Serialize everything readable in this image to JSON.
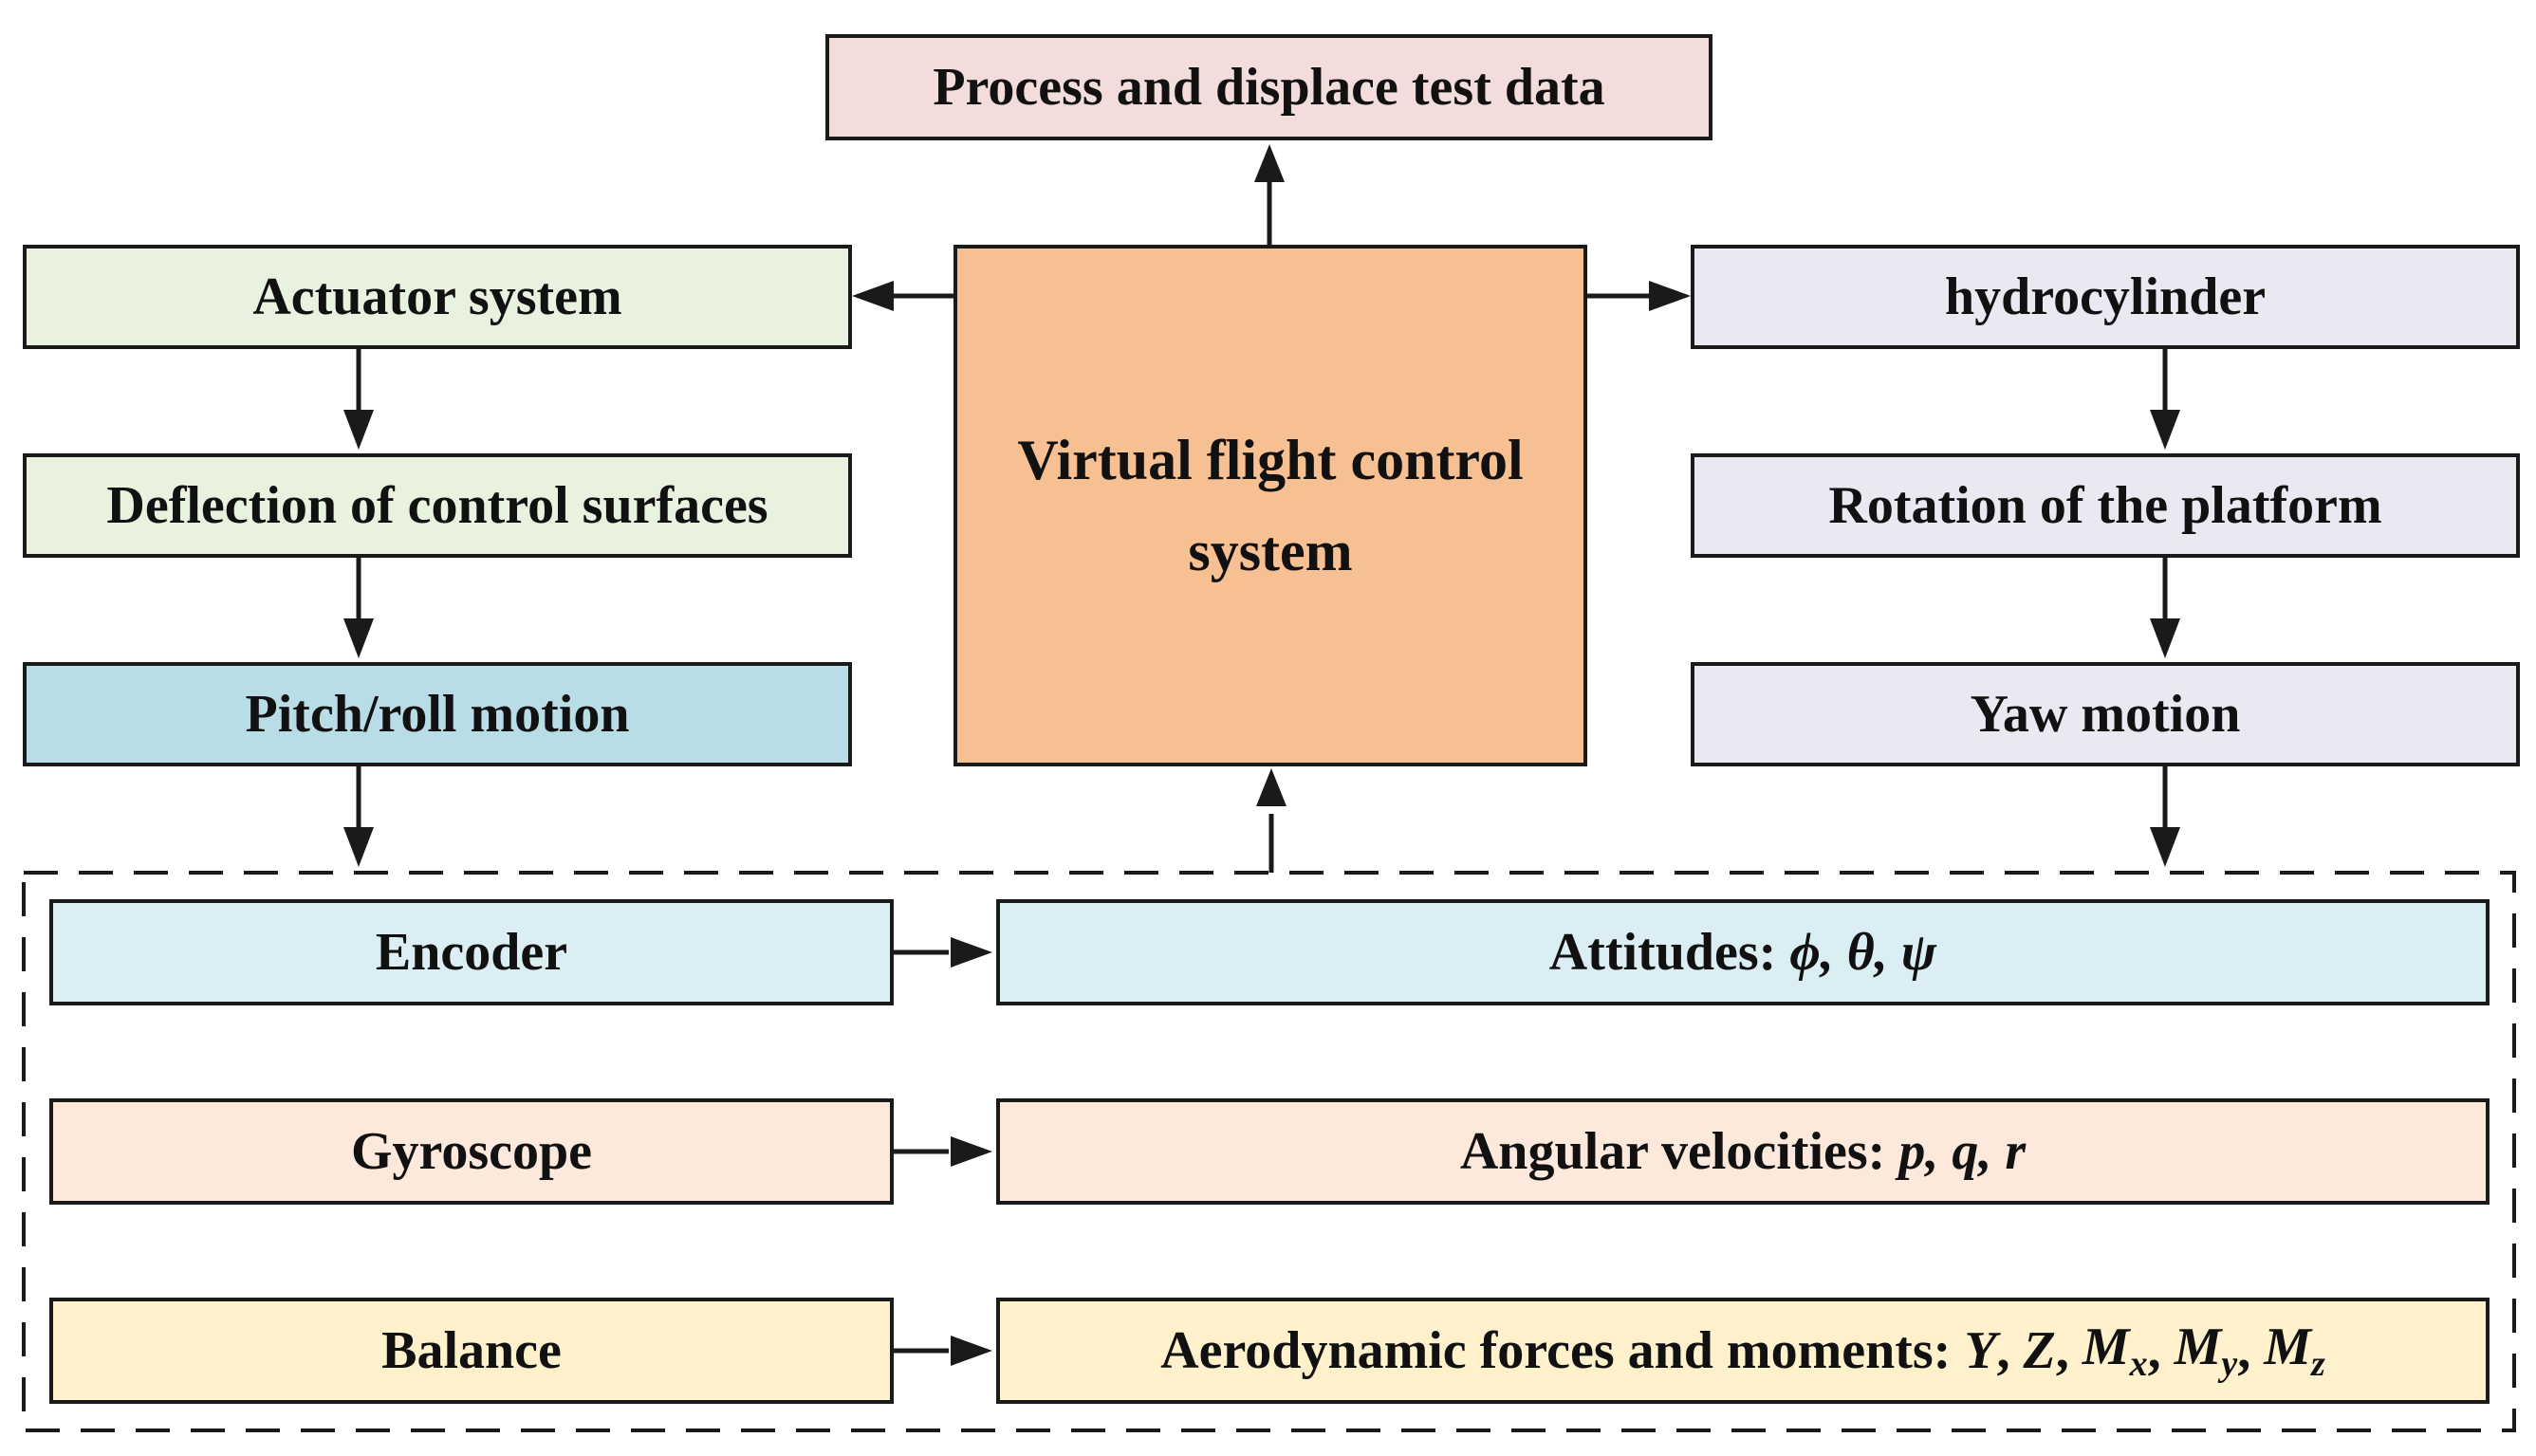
{
  "colors": {
    "process": "#f2dcdc",
    "actuator": "#e9f1df",
    "pitch": "#b8dde6",
    "center": "#f7c093",
    "hydro": "#ebe8f1",
    "sensor_blue": "#daeef3",
    "sensor_peach": "#fde8dc",
    "sensor_yellow": "#fef1cc",
    "stroke": "#1a1a1a"
  },
  "nodes": {
    "process_data": "Process and displace test data",
    "actuator_system": "Actuator system",
    "deflection": "Deflection of control surfaces",
    "pitch_roll": "Pitch/roll motion",
    "virtual_fcs": "Virtual flight control system",
    "hydrocylinder": "hydrocylinder",
    "rotation_platform": "Rotation of the platform",
    "yaw_motion": "Yaw motion",
    "encoder": "Encoder",
    "gyroscope": "Gyroscope",
    "balance": "Balance",
    "attitudes": {
      "label": "Attitudes: ",
      "symbols": "ϕ, θ, ψ"
    },
    "angular_velocities": {
      "label": "Angular velocities: ",
      "symbols": "p, q, r"
    },
    "aero_forces": {
      "label": "Aerodynamic forces and moments: ",
      "Y": "Y",
      "Z": "Z",
      "M": "M",
      "sub_x": "x",
      "sub_y": "y",
      "sub_z": "z"
    }
  }
}
